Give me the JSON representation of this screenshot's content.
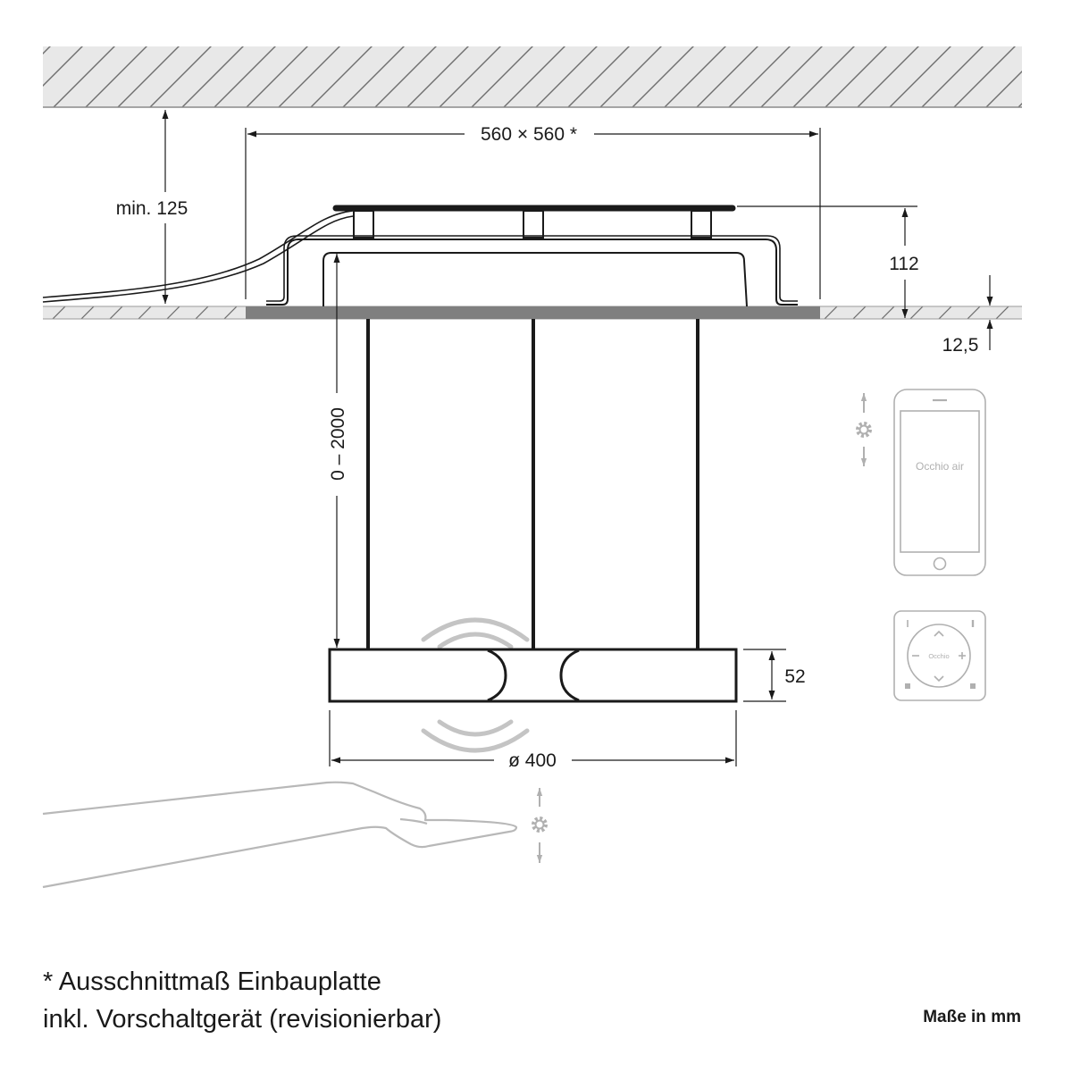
{
  "diagram": {
    "type": "technical-dimension-drawing",
    "subject": "Pendant luminaire with ceiling recessed mounting plate",
    "colors": {
      "line": "#1a1a1a",
      "hatch_fill": "#e6e6e6",
      "hatch_line": "#6e6e6e",
      "plate_fill": "#7f7f7f",
      "control_grey": "#b0b0b0"
    },
    "dimensions": {
      "cutout": "560 × 560 *",
      "min_depth": "min. 125",
      "height_housing": "112",
      "ceiling_thickness": "12,5",
      "suspension": "0 – 2000",
      "ring_height": "52",
      "diameter": "ø 400"
    },
    "controls": {
      "phone_app_label": "Occhio air",
      "remote_label": "Occhio",
      "gesture": "hand-gesture dimming"
    }
  },
  "footer": {
    "note_line1": "* Ausschnittmaß Einbauplatte",
    "note_line2": "inkl. Vorschaltgerät (revisionierbar)",
    "units": "Maße in mm"
  }
}
